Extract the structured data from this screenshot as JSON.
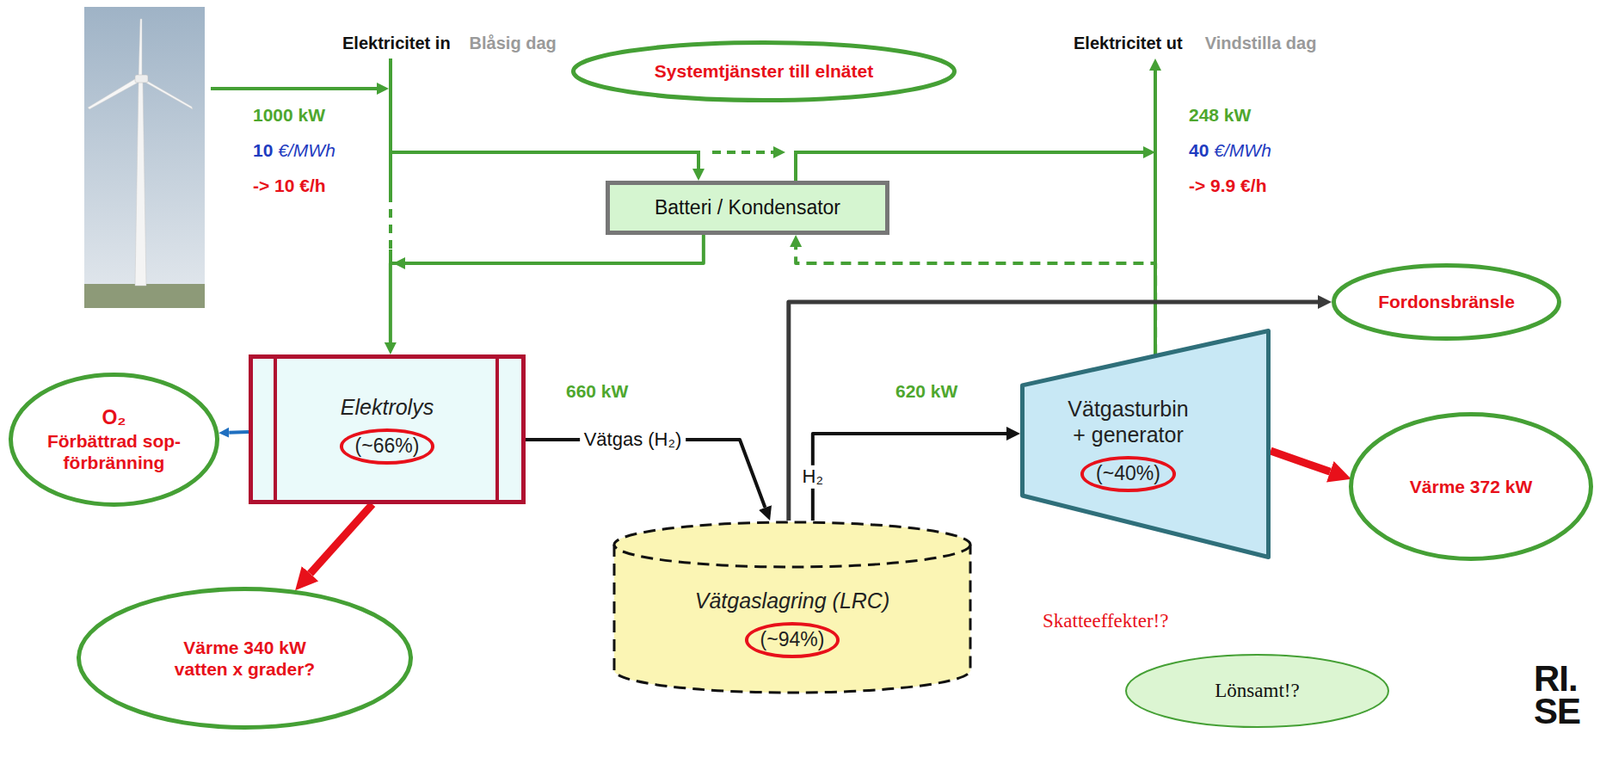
{
  "diagram": {
    "nodes": [
      {
        "text": [
          "Systemtjänster till elnätet"
        ]
      },
      {
        "text": [
          "Batteri / Kondensator"
        ]
      },
      {
        "text": [
          "Fordonsbränsle"
        ]
      },
      {
        "text": [
          "O₂",
          "Förbättrad sop- förbränning"
        ]
      },
      {
        "text": [
          "Elektrolys",
          "(~66%)"
        ]
      },
      {
        "text": [
          "Vätgaslagring (LRC)",
          "(~94%)"
        ]
      },
      {
        "text": [
          "Vätgasturbin + generator",
          "(~40%)"
        ]
      },
      {
        "text": [
          "Värme 372 kW"
        ]
      },
      {
        "text": [
          "Värme 340 kW vatten x grader?"
        ]
      },
      {
        "text": [
          "Lönsamt!?"
        ]
      }
    ],
    "edges": [
      {
        "from": 1,
        "to": 4,
        "arrow": "to"
      },
      {
        "from": 6,
        "to": 1,
        "arrow": "to"
      },
      {
        "from": 4,
        "to": 5,
        "label": "Vätgas (H₂)",
        "arrow": "to"
      },
      {
        "from": 5,
        "to": 6,
        "label": "H₂",
        "arrow": "to"
      },
      {
        "from": 5,
        "to": 2,
        "arrow": "to"
      },
      {
        "from": 4,
        "to": 3,
        "arrow": "to"
      },
      {
        "from": 4,
        "to": 8,
        "arrow": "to"
      },
      {
        "from": 6,
        "to": 7,
        "arrow": "to"
      }
    ],
    "labels": [
      "Elektricitet in",
      "Blåsig dag",
      "1000 kW",
      "10",
      "€/MWh",
      "-> 10 €/h",
      "Elektricitet ut",
      "Vindstilla dag",
      "248 kW",
      "40",
      "€/MWh",
      "-> 9.9 €/h",
      "660 kW",
      "620 kW",
      "Skatteeffekter!?",
      "RI. SE"
    ]
  }
}
